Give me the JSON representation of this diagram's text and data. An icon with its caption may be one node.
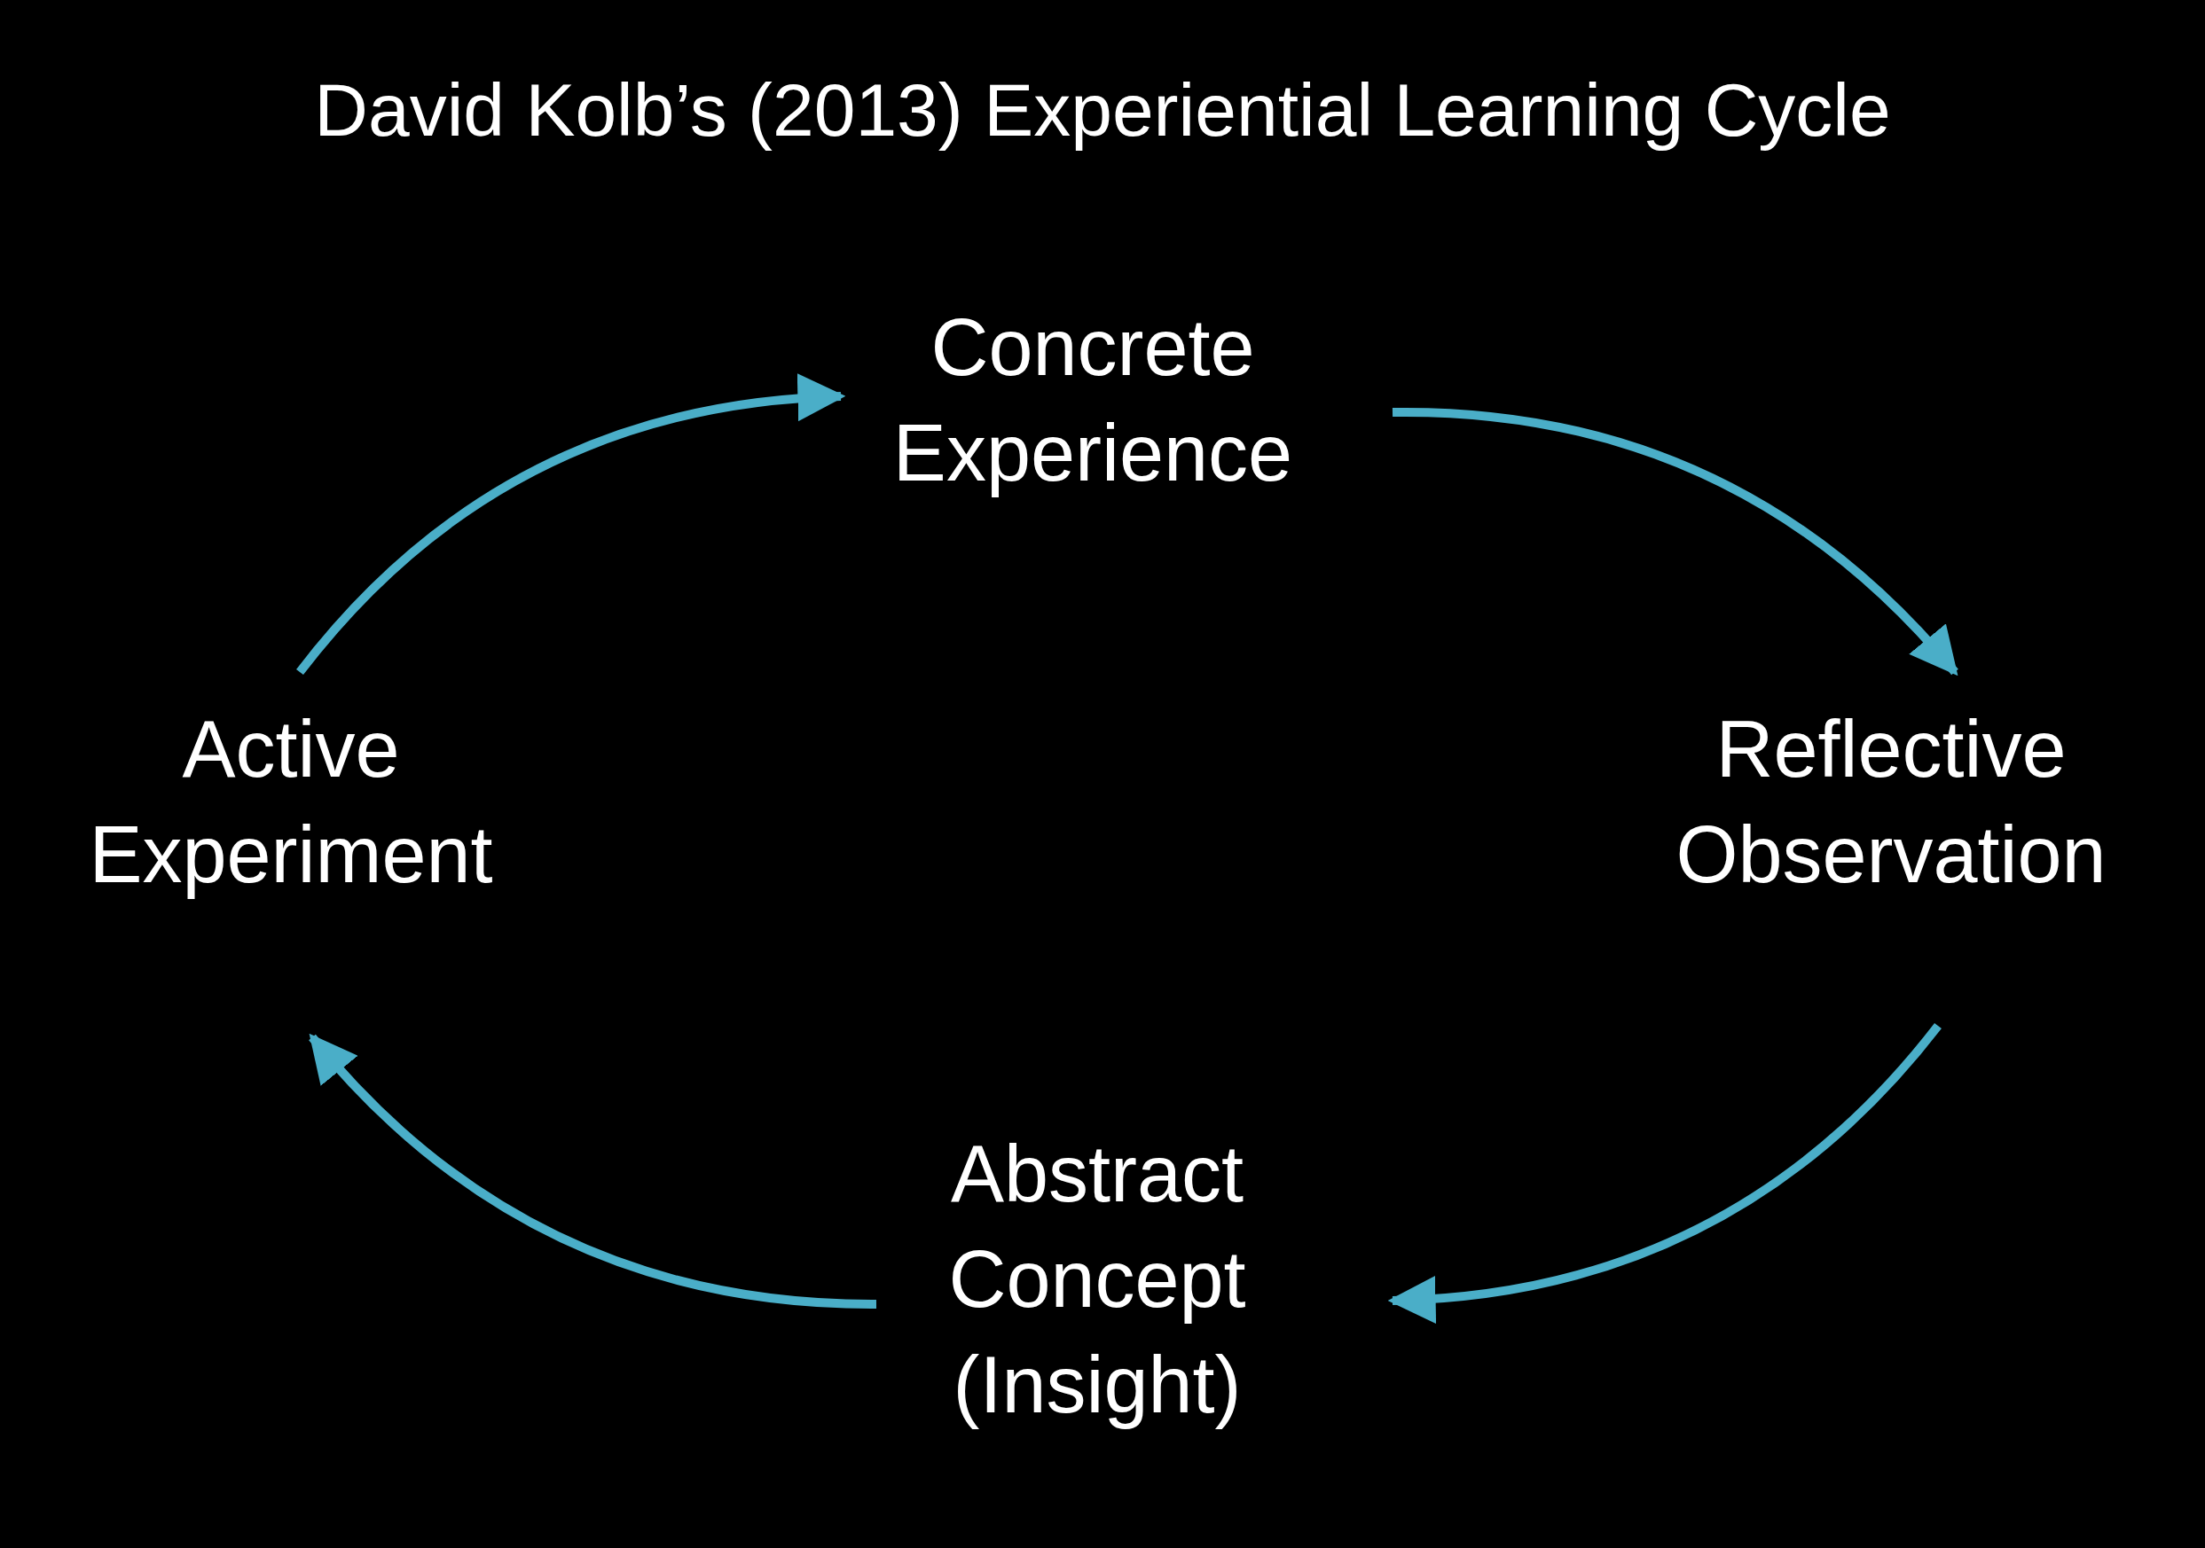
{
  "diagram": {
    "title": "David Kolb’s (2013) Experiential Learning Cycle",
    "nodes": [
      {
        "text": [
          "Concrete Experience"
        ]
      },
      {
        "text": [
          "Reflective Observation"
        ]
      },
      {
        "text": [
          "Abstract Concept (Insight)"
        ]
      },
      {
        "text": [
          "Active Experiment"
        ]
      }
    ],
    "edges": [
      {
        "from": 0,
        "to": 1,
        "arrow": "to"
      },
      {
        "from": 1,
        "to": 2,
        "arrow": "to"
      },
      {
        "from": 2,
        "to": 3,
        "arrow": "to"
      },
      {
        "from": 3,
        "to": 0,
        "arrow": "to"
      }
    ]
  }
}
